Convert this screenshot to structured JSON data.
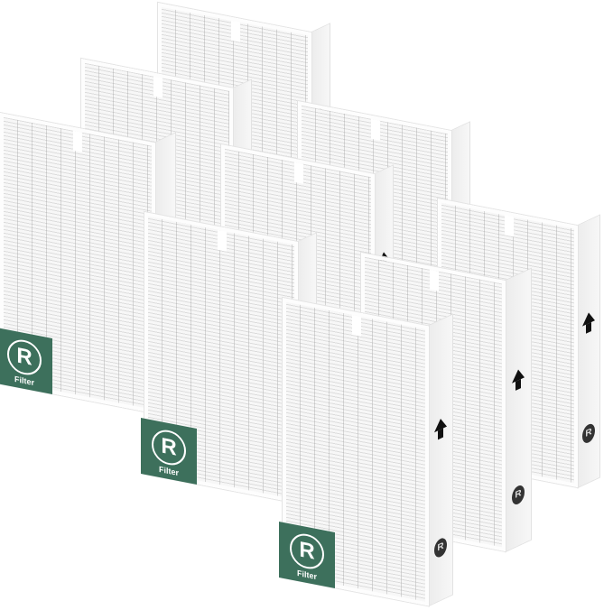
{
  "product": {
    "filter_count": 9,
    "label_letter": "R",
    "label_text": "Filter",
    "brand_color": "#3d705c"
  }
}
